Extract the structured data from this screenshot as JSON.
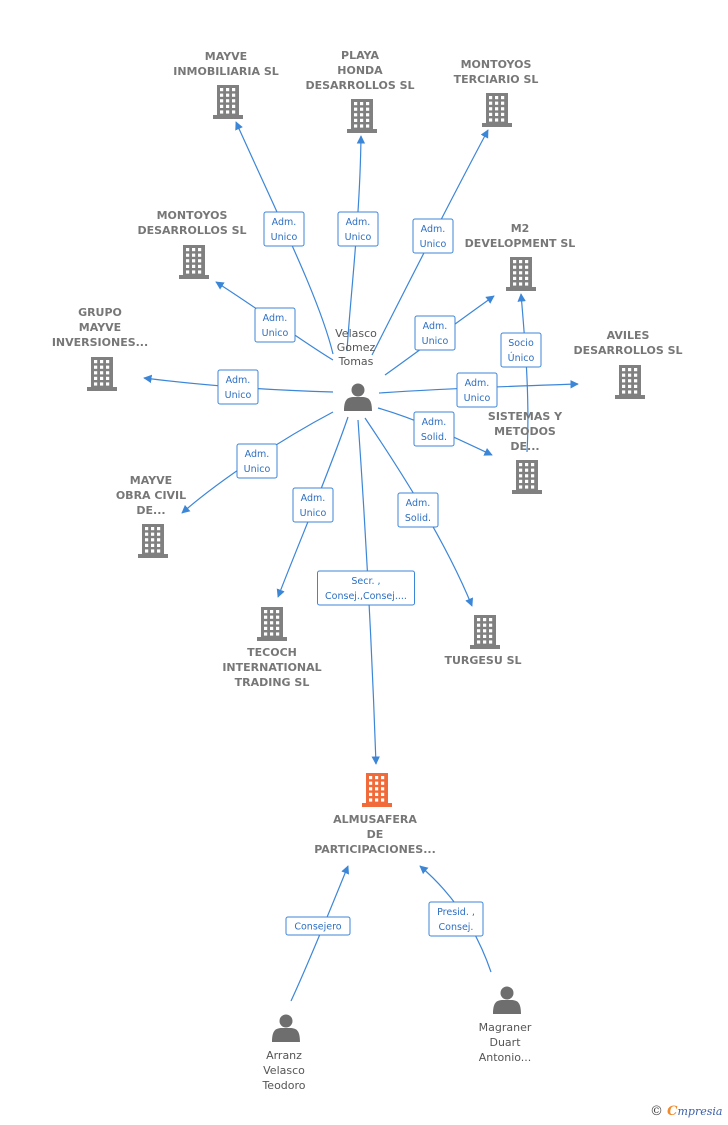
{
  "colors": {
    "edge": "#3c86d8",
    "company": "#808080",
    "focus": "#f06a3a",
    "person": "#6e6e6e"
  },
  "person_center": {
    "id": "vel",
    "lines": [
      "Velasco",
      "Gomez",
      "Tomas"
    ]
  },
  "focus_company": {
    "id": "alm",
    "lines": [
      "ALMUSAFERA",
      "DE",
      "PARTICIPACIONES..."
    ]
  },
  "companies": [
    {
      "id": "mayve_inm",
      "lines": [
        "MAYVE",
        "INMOBILIARIA SL"
      ]
    },
    {
      "id": "playa",
      "lines": [
        "PLAYA",
        "HONDA",
        "DESARROLLOS SL"
      ]
    },
    {
      "id": "mont_terc",
      "lines": [
        "MONTOYOS",
        "TERCIARIO SL"
      ]
    },
    {
      "id": "mont_des",
      "lines": [
        "MONTOYOS",
        "DESARROLLOS SL"
      ]
    },
    {
      "id": "m2",
      "lines": [
        "M2",
        "DEVELOPMENT SL"
      ]
    },
    {
      "id": "grupo",
      "lines": [
        "GRUPO",
        "MAYVE",
        "INVERSIONES..."
      ]
    },
    {
      "id": "aviles",
      "lines": [
        "AVILES",
        "DESARROLLOS SL"
      ]
    },
    {
      "id": "sistemas",
      "lines": [
        "SISTEMAS Y",
        "METODOS",
        "DE..."
      ]
    },
    {
      "id": "obra",
      "lines": [
        "MAYVE",
        "OBRA CIVIL",
        "DE..."
      ]
    },
    {
      "id": "tecoch",
      "lines": [
        "TECOCH",
        "INTERNATIONAL",
        "TRADING SL"
      ]
    },
    {
      "id": "turgesu",
      "lines": [
        "TURGESU SL"
      ]
    }
  ],
  "persons": [
    {
      "id": "arranz",
      "lines": [
        "Arranz",
        "Velasco",
        "Teodoro"
      ]
    },
    {
      "id": "magraner",
      "lines": [
        "Magraner",
        "Duart",
        "Antonio..."
      ]
    }
  ],
  "relations": [
    {
      "id": "r1",
      "lines": [
        "Adm.",
        "Unico"
      ]
    },
    {
      "id": "r2",
      "lines": [
        "Adm.",
        "Unico"
      ]
    },
    {
      "id": "r3",
      "lines": [
        "Adm.",
        "Unico"
      ]
    },
    {
      "id": "r4",
      "lines": [
        "Adm.",
        "Unico"
      ]
    },
    {
      "id": "r5",
      "lines": [
        "Adm.",
        "Unico"
      ]
    },
    {
      "id": "r6",
      "lines": [
        "Adm.",
        "Unico"
      ]
    },
    {
      "id": "r7",
      "lines": [
        "Adm.",
        "Unico"
      ]
    },
    {
      "id": "r8",
      "lines": [
        "Adm.",
        "Solid."
      ]
    },
    {
      "id": "r9",
      "lines": [
        "Adm.",
        "Unico"
      ]
    },
    {
      "id": "r10",
      "lines": [
        "Adm.",
        "Unico"
      ]
    },
    {
      "id": "r11",
      "lines": [
        "Adm.",
        "Solid."
      ]
    },
    {
      "id": "r12",
      "lines": [
        "Secr. ,",
        "Consej.,Consej...."
      ]
    },
    {
      "id": "r13",
      "lines": [
        "Socio",
        "Único"
      ]
    },
    {
      "id": "r14",
      "lines": [
        "Consejero"
      ]
    },
    {
      "id": "r15",
      "lines": [
        "Presid. ,",
        "Consej."
      ]
    }
  ],
  "footer": {
    "copyright": "©",
    "brand_initial": "C",
    "brand_rest": "mpresia"
  }
}
